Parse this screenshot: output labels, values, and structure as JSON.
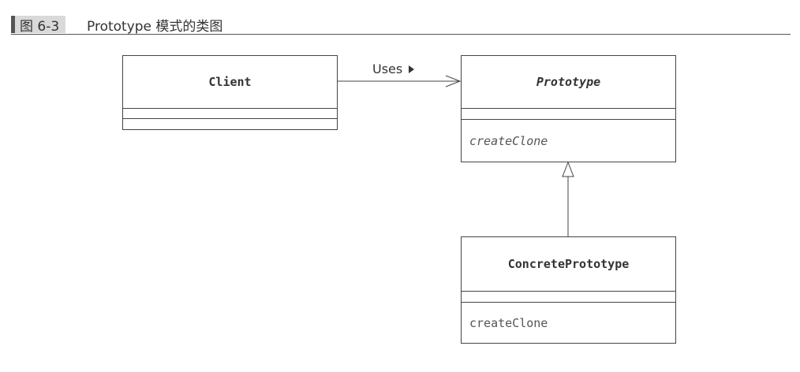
{
  "figure": {
    "number": "图 6-3",
    "title": "Prototype 模式的类图"
  },
  "classes": {
    "client": {
      "name": "Client",
      "operations": ""
    },
    "prototype": {
      "name": "Prototype",
      "operation": "createClone"
    },
    "concrete": {
      "name": "ConcretePrototype",
      "operation": "createClone"
    }
  },
  "relations": {
    "uses_label": "Uses"
  },
  "colors": {
    "line": "#444444",
    "header_tab": "#d9d9d9"
  }
}
